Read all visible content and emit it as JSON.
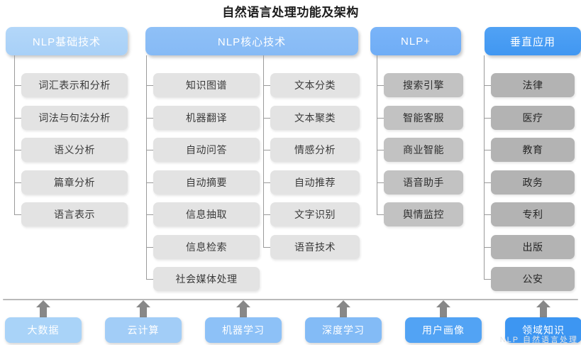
{
  "title": "自然语言处理功能及架构",
  "columns": [
    {
      "id": "nlp-basic",
      "header": "NLP基础技术",
      "header_color": "#a8d0f7",
      "tone": "tone-light",
      "items": [
        "词汇表示和分析",
        "词法与句法分析",
        "语义分析",
        "篇章分析",
        "语言表示"
      ]
    },
    {
      "id": "nlp-core-a",
      "header": "NLP核心技术",
      "header_color": "#86baf5",
      "tone": "tone-light",
      "items": [
        "知识图谱",
        "机器翻译",
        "自动问答",
        "自动摘要",
        "信息抽取",
        "信息检索",
        "社会媒体处理"
      ]
    },
    {
      "id": "nlp-core-b",
      "header": "",
      "header_color": "#86baf5",
      "tone": "tone-light",
      "items": [
        "文本分类",
        "文本聚类",
        "情感分析",
        "自动推荐",
        "文字识别",
        "语音技术"
      ]
    },
    {
      "id": "nlp-plus",
      "header": "NLP+",
      "header_color": "#6fadf6",
      "tone": "tone-mid",
      "items": [
        "搜索引擎",
        "智能客服",
        "商业智能",
        "语音助手",
        "舆情监控"
      ]
    },
    {
      "id": "vertical-apps",
      "header": "垂直应用",
      "header_color": "#4097f2",
      "tone": "tone-dark",
      "items": [
        "法律",
        "医疗",
        "教育",
        "政务",
        "专利",
        "出版",
        "公安"
      ]
    }
  ],
  "foundation": {
    "items": [
      {
        "label": "大数据",
        "color": "#a9d3f8"
      },
      {
        "label": "云计算",
        "color": "#a2cdf7"
      },
      {
        "label": "机器学习",
        "color": "#8dc1f7"
      },
      {
        "label": "深度学习",
        "color": "#83bbf6"
      },
      {
        "label": "用户画像",
        "color": "#52a3f4"
      },
      {
        "label": "领域知识",
        "color": "#3d96f2"
      }
    ],
    "arrow_color": "#888888",
    "baseline_color": "#b9b9b9"
  },
  "watermark": "NLP 自然语言处理"
}
